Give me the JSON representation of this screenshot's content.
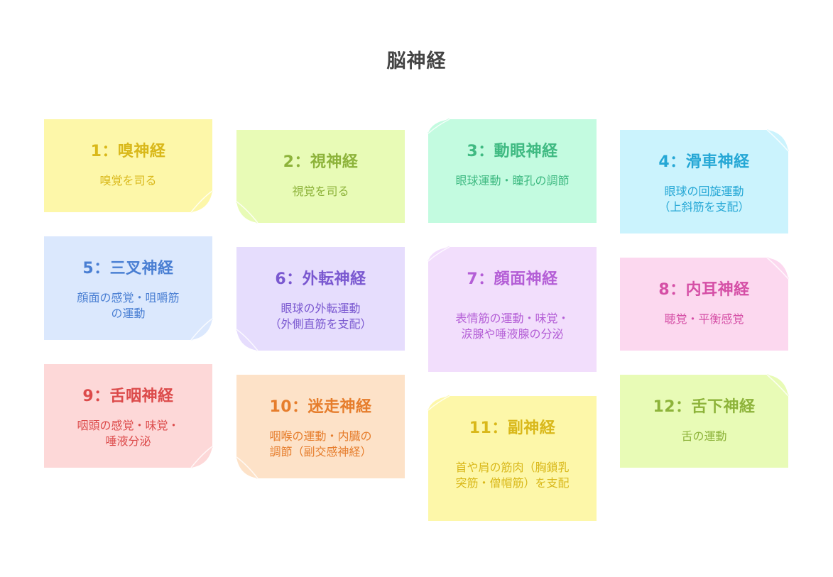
{
  "title": "脳神経",
  "nerves": [
    {
      "heading": "1：嗅神経",
      "lines": [
        "嗅覚を司る"
      ],
      "bg": "#fdf7a9",
      "fg": "#d9b81a",
      "curl": "br"
    },
    {
      "heading": "2：視神経",
      "lines": [
        "視覚を司る"
      ],
      "bg": "#e8fbb6",
      "fg": "#8db33a",
      "curl": "bl"
    },
    {
      "heading": "3：動眼神経",
      "lines": [
        "眼球運動・瞳孔の調節"
      ],
      "bg": "#c3fbe0",
      "fg": "#3fba82",
      "curl": "tl"
    },
    {
      "heading": "4：滑車神経",
      "lines": [
        "眼球の回旋運動",
        "（上斜筋を支配）"
      ],
      "bg": "#cbf3fd",
      "fg": "#25a7d5",
      "curl": "tr"
    },
    {
      "heading": "5：三叉神経",
      "lines": [
        "顔面の感覚・咀嚼筋",
        "の運動"
      ],
      "bg": "#dbe8fd",
      "fg": "#4a7fd3",
      "curl": "br"
    },
    {
      "heading": "6：外転神経",
      "lines": [
        "眼球の外転運動",
        "（外側直筋を支配）"
      ],
      "bg": "#e6ddfd",
      "fg": "#7a58d0",
      "curl": "bl"
    },
    {
      "heading": "7：顔面神経",
      "lines": [
        "表情筋の運動・味覚・",
        "涙腺や唾液腺の分泌"
      ],
      "bg": "#f2defc",
      "fg": "#b45ed6",
      "curl": "tl"
    },
    {
      "heading": "8：内耳神経",
      "lines": [
        "聴覚・平衡感覚"
      ],
      "bg": "#fcd8ef",
      "fg": "#d54fa6",
      "curl": "tr"
    },
    {
      "heading": "9：舌咽神経",
      "lines": [
        "咽頭の感覚・味覚・",
        "唾液分泌"
      ],
      "bg": "#fdd8d8",
      "fg": "#dc4a4a",
      "curl": "br"
    },
    {
      "heading": "10：迷走神経",
      "lines": [
        "咽喉の運動・内臓の",
        "調節（副交感神経）"
      ],
      "bg": "#fde2c8",
      "fg": "#e67d2c",
      "curl": "bl"
    },
    {
      "heading": "11：副神経",
      "lines": [
        "首や肩の筋肉（胸鎖乳",
        "突筋・僧帽筋）を支配"
      ],
      "bg": "#fdf7a9",
      "fg": "#d9b81a",
      "curl": "tl"
    },
    {
      "heading": "12：舌下神経",
      "lines": [
        "舌の運動"
      ],
      "bg": "#e8fbb6",
      "fg": "#8db33a",
      "curl": "tr"
    }
  ]
}
